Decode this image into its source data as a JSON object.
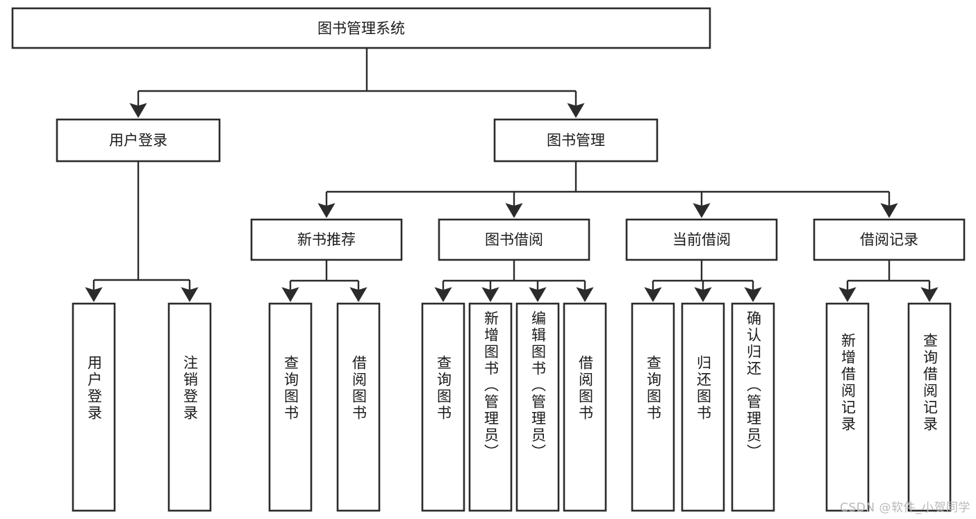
{
  "diagram": {
    "type": "tree-hierarchy-diagram",
    "title": "图书管理系统",
    "watermark": "CSDN @软件_小贺同学",
    "colors": {
      "background": "#ffffff",
      "box_stroke": "#2b2b2b",
      "box_fill": "#ffffff",
      "text": "#1a1a1a",
      "connector": "#2b2b2b",
      "watermark": "#b9b9b9"
    },
    "levels": {
      "root": {
        "label": "图书管理系统",
        "orientation": "horizontal"
      },
      "level2": [
        {
          "id": "user-login",
          "label": "用户登录",
          "orientation": "horizontal"
        },
        {
          "id": "book-management",
          "label": "图书管理",
          "orientation": "horizontal"
        }
      ],
      "level3": [
        {
          "id": "new-book-recommend",
          "label": "新书推荐",
          "orientation": "horizontal",
          "parent": "book-management"
        },
        {
          "id": "book-borrow",
          "label": "图书借阅",
          "orientation": "horizontal",
          "parent": "book-management"
        },
        {
          "id": "current-borrow",
          "label": "当前借阅",
          "orientation": "horizontal",
          "parent": "book-management"
        },
        {
          "id": "borrow-record",
          "label": "借阅记录",
          "orientation": "horizontal",
          "parent": "book-management"
        }
      ],
      "leaves": [
        {
          "id": "leaf-user-login",
          "label": "用户登录",
          "orientation": "vertical",
          "parent": "user-login"
        },
        {
          "id": "leaf-logout",
          "label": "注销登录",
          "orientation": "vertical",
          "parent": "user-login"
        },
        {
          "id": "leaf-query-book-1",
          "label": "查询图书",
          "orientation": "vertical",
          "parent": "new-book-recommend"
        },
        {
          "id": "leaf-borrow-book-1",
          "label": "借阅图书",
          "orientation": "vertical",
          "parent": "new-book-recommend"
        },
        {
          "id": "leaf-query-book-2",
          "label": "查询图书",
          "orientation": "vertical",
          "parent": "book-borrow"
        },
        {
          "id": "leaf-add-book",
          "label": "新增图书（管理员）",
          "orientation": "vertical",
          "parent": "book-borrow"
        },
        {
          "id": "leaf-edit-book",
          "label": "编辑图书（管理员）",
          "orientation": "vertical",
          "parent": "book-borrow"
        },
        {
          "id": "leaf-borrow-book-2",
          "label": "借阅图书",
          "orientation": "vertical",
          "parent": "book-borrow"
        },
        {
          "id": "leaf-query-book-3",
          "label": "查询图书",
          "orientation": "vertical",
          "parent": "current-borrow"
        },
        {
          "id": "leaf-return-book",
          "label": "归还图书",
          "orientation": "vertical",
          "parent": "current-borrow"
        },
        {
          "id": "leaf-confirm-return",
          "label": "确认归还（管理员）",
          "orientation": "vertical",
          "parent": "current-borrow"
        },
        {
          "id": "leaf-add-record",
          "label": "新增借阅记录",
          "orientation": "vertical",
          "parent": "borrow-record"
        },
        {
          "id": "leaf-query-record",
          "label": "查询借阅记录",
          "orientation": "vertical",
          "parent": "borrow-record"
        }
      ]
    }
  }
}
